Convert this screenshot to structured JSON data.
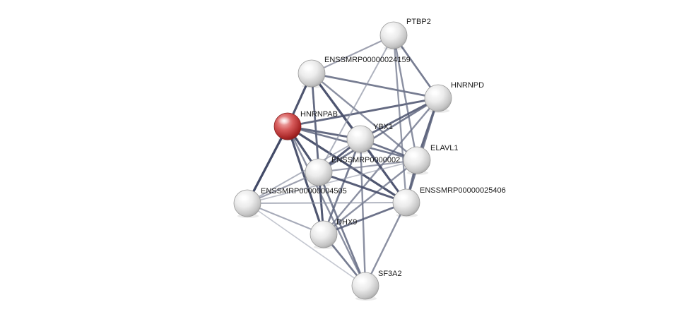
{
  "network": {
    "nodes": [
      {
        "id": "PTBP2",
        "label": "PTBP2",
        "highlight": false
      },
      {
        "id": "ENSSMRP00000024159",
        "label": "ENSSMRP00000024159",
        "highlight": false
      },
      {
        "id": "HNRNPD",
        "label": "HNRNPD",
        "highlight": false
      },
      {
        "id": "HNRNPAB",
        "label": "HNRNPAB",
        "highlight": true
      },
      {
        "id": "YBX1",
        "label": "YBX1",
        "highlight": false
      },
      {
        "id": "ENSSMRP0000002",
        "label": "ENSSMRP0000002",
        "highlight": false
      },
      {
        "id": "ELAVL1",
        "label": "ELAVL1",
        "highlight": false
      },
      {
        "id": "ENSSMRP00000004505",
        "label": "ENSSMRP00000004505",
        "highlight": false
      },
      {
        "id": "ENSSMRP00000025406",
        "label": "ENSSMRP00000025406",
        "highlight": false
      },
      {
        "id": "DHX9",
        "label": "DHX9",
        "highlight": false
      },
      {
        "id": "SF3A2",
        "label": "SF3A2",
        "highlight": false
      }
    ],
    "edges": [
      {
        "a": "HNRNPAB",
        "b": "ENSSMRP00000024159",
        "strength": 0.9
      },
      {
        "a": "HNRNPAB",
        "b": "HNRNPD",
        "strength": 0.8
      },
      {
        "a": "HNRNPAB",
        "b": "YBX1",
        "strength": 0.8
      },
      {
        "a": "HNRNPAB",
        "b": "ELAVL1",
        "strength": 0.7
      },
      {
        "a": "HNRNPAB",
        "b": "ENSSMRP0000002",
        "strength": 0.9
      },
      {
        "a": "HNRNPAB",
        "b": "ENSSMRP00000004505",
        "strength": 0.95
      },
      {
        "a": "HNRNPAB",
        "b": "ENSSMRP00000025406",
        "strength": 0.9
      },
      {
        "a": "HNRNPAB",
        "b": "DHX9",
        "strength": 0.9
      },
      {
        "a": "HNRNPAB",
        "b": "SF3A2",
        "strength": 0.6
      },
      {
        "a": "ENSSMRP00000024159",
        "b": "PTBP2",
        "strength": 0.5
      },
      {
        "a": "ENSSMRP00000024159",
        "b": "HNRNPD",
        "strength": 0.7
      },
      {
        "a": "ENSSMRP00000024159",
        "b": "YBX1",
        "strength": 0.85
      },
      {
        "a": "ENSSMRP00000024159",
        "b": "ELAVL1",
        "strength": 0.6
      },
      {
        "a": "ENSSMRP00000024159",
        "b": "ENSSMRP0000002",
        "strength": 0.6
      },
      {
        "a": "ENSSMRP00000024159",
        "b": "ENSSMRP00000025406",
        "strength": 0.8
      },
      {
        "a": "ENSSMRP00000024159",
        "b": "DHX9",
        "strength": 0.7
      },
      {
        "a": "PTBP2",
        "b": "HNRNPD",
        "strength": 0.7
      },
      {
        "a": "PTBP2",
        "b": "ELAVL1",
        "strength": 0.6
      },
      {
        "a": "PTBP2",
        "b": "ENSSMRP00000025406",
        "strength": 0.55
      },
      {
        "a": "PTBP2",
        "b": "ENSSMRP0000002",
        "strength": 0.4
      },
      {
        "a": "HNRNPD",
        "b": "YBX1",
        "strength": 0.8
      },
      {
        "a": "HNRNPD",
        "b": "ELAVL1",
        "strength": 0.8
      },
      {
        "a": "HNRNPD",
        "b": "ENSSMRP0000002",
        "strength": 0.7
      },
      {
        "a": "HNRNPD",
        "b": "ENSSMRP00000025406",
        "strength": 0.7
      },
      {
        "a": "HNRNPD",
        "b": "DHX9",
        "strength": 0.6
      },
      {
        "a": "YBX1",
        "b": "ELAVL1",
        "strength": 0.75
      },
      {
        "a": "YBX1",
        "b": "ENSSMRP0000002",
        "strength": 0.85
      },
      {
        "a": "YBX1",
        "b": "ENSSMRP00000025406",
        "strength": 0.8
      },
      {
        "a": "YBX1",
        "b": "DHX9",
        "strength": 0.7
      },
      {
        "a": "YBX1",
        "b": "SF3A2",
        "strength": 0.6
      },
      {
        "a": "YBX1",
        "b": "ENSSMRP00000004505",
        "strength": 0.4
      },
      {
        "a": "ELAVL1",
        "b": "ENSSMRP0000002",
        "strength": 0.5
      },
      {
        "a": "ELAVL1",
        "b": "ENSSMRP00000025406",
        "strength": 0.75
      },
      {
        "a": "ELAVL1",
        "b": "DHX9",
        "strength": 0.6
      },
      {
        "a": "ELAVL1",
        "b": "ENSSMRP00000004505",
        "strength": 0.3
      },
      {
        "a": "ENSSMRP0000002",
        "b": "ENSSMRP00000004505",
        "strength": 0.5
      },
      {
        "a": "ENSSMRP0000002",
        "b": "ENSSMRP00000025406",
        "strength": 0.85
      },
      {
        "a": "ENSSMRP0000002",
        "b": "DHX9",
        "strength": 0.8
      },
      {
        "a": "ENSSMRP0000002",
        "b": "SF3A2",
        "strength": 0.7
      },
      {
        "a": "ENSSMRP00000004505",
        "b": "ENSSMRP00000025406",
        "strength": 0.4
      },
      {
        "a": "ENSSMRP00000004505",
        "b": "DHX9",
        "strength": 0.45
      },
      {
        "a": "ENSSMRP00000004505",
        "b": "SF3A2",
        "strength": 0.25
      },
      {
        "a": "ENSSMRP00000025406",
        "b": "DHX9",
        "strength": 0.75
      },
      {
        "a": "ENSSMRP00000025406",
        "b": "SF3A2",
        "strength": 0.6
      },
      {
        "a": "DHX9",
        "b": "SF3A2",
        "strength": 0.7
      }
    ]
  }
}
